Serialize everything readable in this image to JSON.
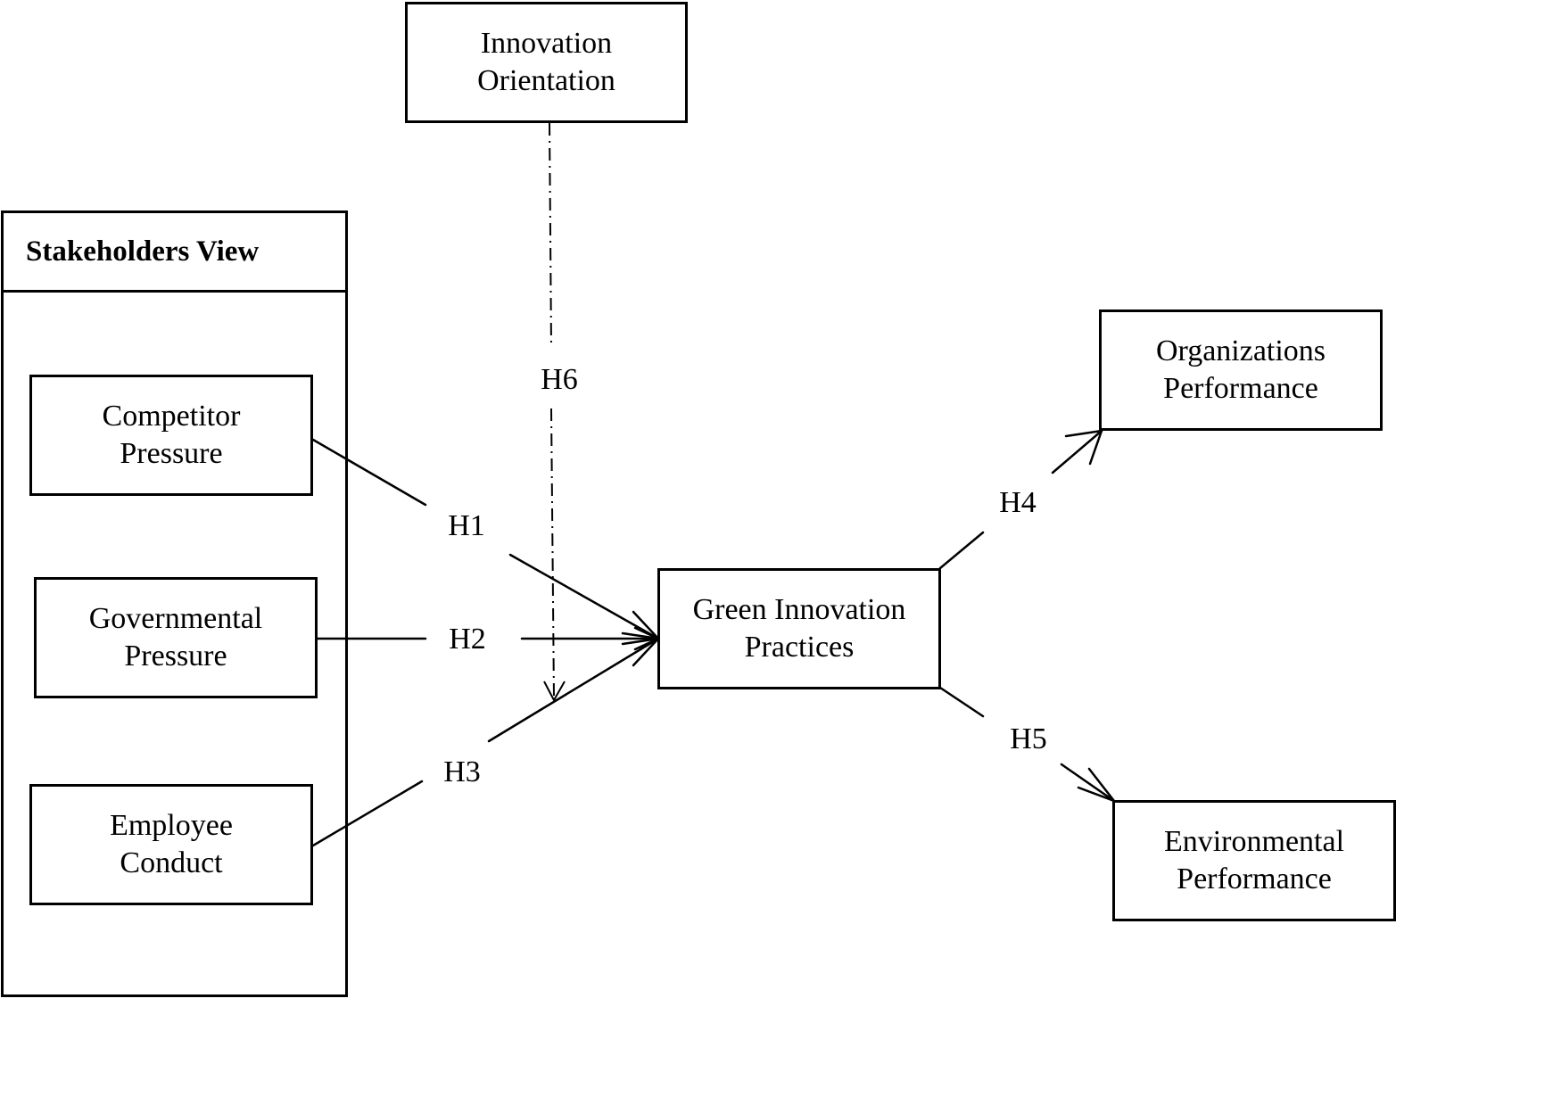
{
  "stakeholders_view": {
    "title": "Stakeholders View",
    "items": [
      {
        "line1": "Competitor",
        "line2": "Pressure"
      },
      {
        "line1": "Governmental",
        "line2": "Pressure"
      },
      {
        "line1": "Employee",
        "line2": "Conduct"
      }
    ]
  },
  "innovation_orientation": {
    "line1": "Innovation",
    "line2": "Orientation"
  },
  "green_innovation_practices": {
    "line1": "Green Innovation",
    "line2": "Practices"
  },
  "organizations_performance": {
    "line1": "Organizations",
    "line2": "Performance"
  },
  "environmental_performance": {
    "line1": "Environmental",
    "line2": "Performance"
  },
  "hypotheses": {
    "h1": "H1",
    "h2": "H2",
    "h3": "H3",
    "h4": "H4",
    "h5": "H5",
    "h6": "H6"
  }
}
